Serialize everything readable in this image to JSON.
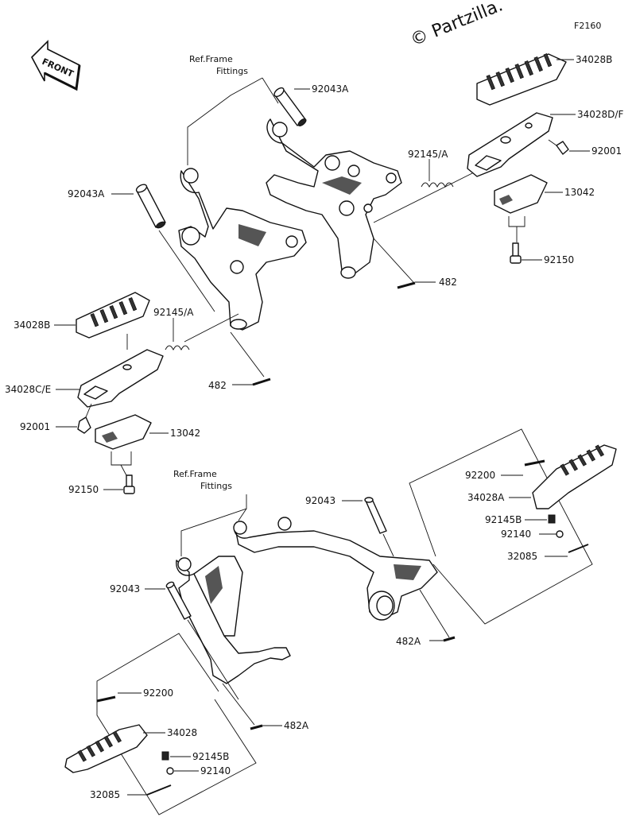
{
  "watermark": "© Partzilla.",
  "figure_code": "F2160",
  "front_label": "FRONT",
  "ref_frame_line1": "Ref.Frame",
  "ref_frame_line2": "Fittings",
  "labels": {
    "p34028B_top": "34028B",
    "p92043A_top": "92043A",
    "p34028DF": "34028D/F",
    "p92145A_top": "92145/A",
    "p92001_right": "92001",
    "p13042_right": "13042",
    "p92043A_left": "92043A",
    "p92150_right": "92150",
    "p482_right": "482",
    "p34028B_left": "34028B",
    "p92145A_left": "92145/A",
    "p482_left": "482",
    "p34028CE": "34028C/E",
    "p92001_left": "92001",
    "p13042_left": "13042",
    "p92150_left": "92150",
    "p92200_right": "92200",
    "p92043_mid": "92043",
    "p34028A": "34028A",
    "p92145B_right": "92145B",
    "p92140_right": "92140",
    "p32085_right": "32085",
    "p92043_left": "92043",
    "p482A_mid": "482A",
    "p92200_left": "92200",
    "p482A_low": "482A",
    "p34028": "34028",
    "p92145B_left": "92145B",
    "p92140_left": "92140",
    "p32085_left": "32085"
  }
}
